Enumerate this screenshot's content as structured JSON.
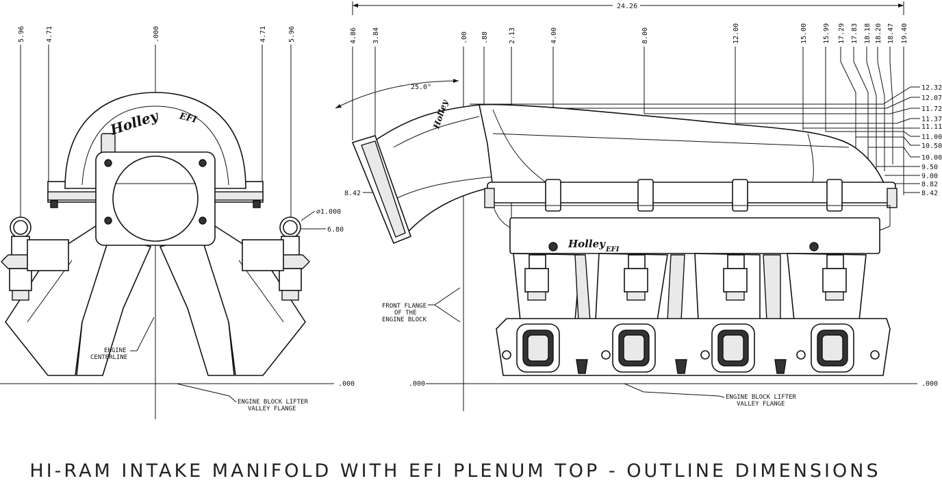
{
  "title": "HI-RAM INTAKE MANIFOLD WITH EFI PLENUM TOP - OUTLINE DIMENSIONS",
  "brand": {
    "name": "Holley",
    "suffix": "EFI"
  },
  "front_view": {
    "top_dims": [
      "5.96",
      "4.71",
      ".000",
      "4.71",
      "5.96"
    ],
    "diameter_label": "⌀1.000",
    "height_label": "6.80",
    "baseline_label": ".000",
    "centerline_note": [
      "ENGINE",
      "CENTERLINE"
    ],
    "lifter_note": [
      "ENGINE BLOCK LIFTER",
      "VALLEY FLANGE"
    ]
  },
  "side_view": {
    "overall_length": "24.26",
    "angle": "25.0°",
    "top_dims": [
      "4.86",
      "3.84",
      ".00",
      ".88",
      "2.13",
      "4.00",
      "8.00",
      "12.00",
      "15.00",
      "15.99",
      "17.29",
      "17.83",
      "18.18",
      "18.20",
      "18.47",
      "19.40"
    ],
    "right_dims": [
      "12.32",
      "12.07",
      "11.72",
      "11.37",
      "11.11",
      "11.00",
      "10.50",
      "10.00",
      "9.50",
      "9.00",
      "8.82",
      "8.42"
    ],
    "left_dim": "8.42",
    "baseline_left": ".000",
    "baseline_right": ".000",
    "front_flange_note": [
      "FRONT FLANGE",
      "OF THE",
      "ENGINE BLOCK"
    ],
    "lifter_note": [
      "ENGINE BLOCK LIFTER",
      "VALLEY FLANGE"
    ]
  }
}
